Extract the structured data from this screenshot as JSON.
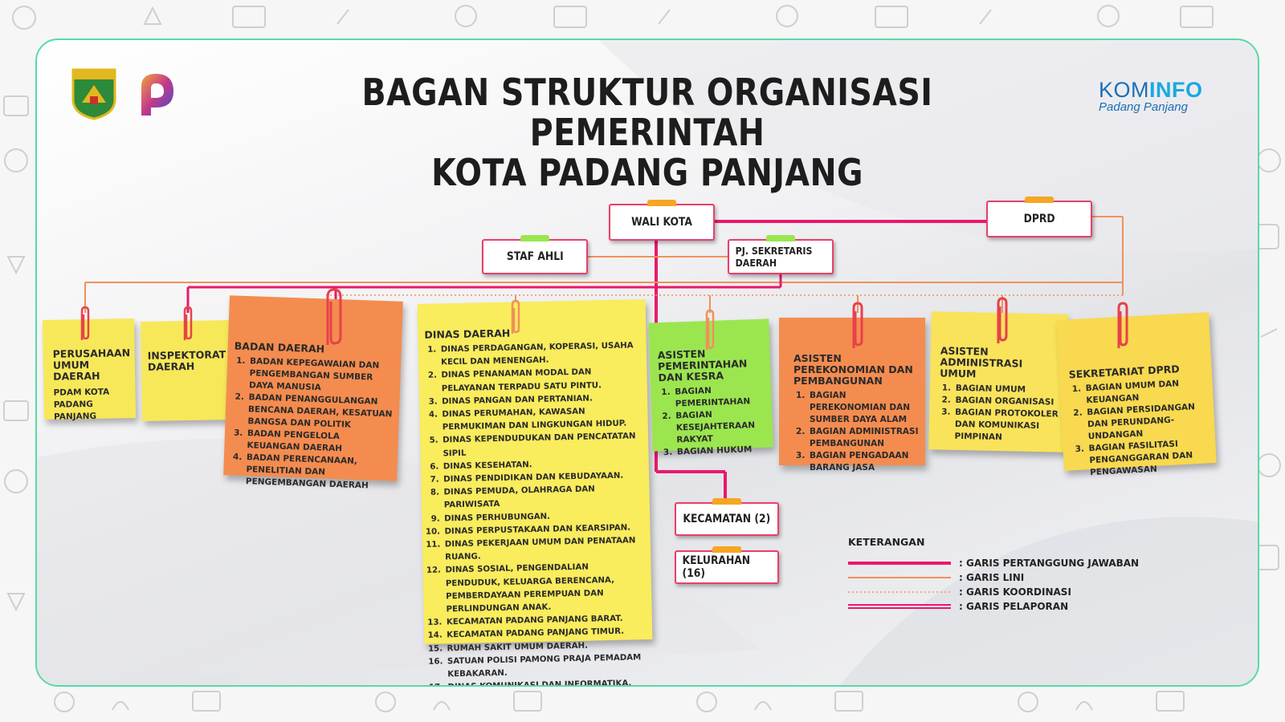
{
  "title_line1": "BAGAN STRUKTUR ORGANISASI PEMERINTAH",
  "title_line2": "KOTA PADANG PANJANG",
  "logo_city_text": "PADANG PANJANG",
  "kominfo": {
    "part1": "KOM",
    "part2": "INFO",
    "subtitle": "Padang Panjang"
  },
  "nodes": {
    "wali_kota": "WALI KOTA",
    "dprd": "DPRD",
    "staf_ahli": "STAF AHLI",
    "sekda": "PJ. SEKRETARIS DAERAH",
    "kecamatan": "KECAMATAN (2)",
    "kelurahan": "KELURAHAN (16)"
  },
  "notes": {
    "perusahaan": {
      "title": "PERUSAHAAN UMUM DAERAH",
      "body": "PDAM KOTA PADANG PANJANG",
      "color": "#f7e85a"
    },
    "inspektorat": {
      "title": "INSPEKTORAT DAERAH",
      "color": "#f7e85a"
    },
    "badan": {
      "title": "BADAN DAERAH",
      "color": "#f48c4f",
      "items": [
        "BADAN KEPEGAWAIAN DAN PENGEMBANGAN SUMBER DAYA MANUSIA",
        "BADAN PENANGGULANGAN BENCANA DAERAH, KESATUAN BANGSA DAN POLITIK",
        "BADAN PENGELOLA KEUANGAN DAERAH",
        "BADAN PERENCANAAN, PENELITIAN DAN PENGEMBANGAN DAERAH"
      ]
    },
    "dinas": {
      "title": "DINAS DAERAH",
      "color": "#f9ec5d",
      "items": [
        "DINAS PERDAGANGAN, KOPERASI, USAHA KECIL DAN MENENGAH.",
        "DINAS PENANAMAN MODAL DAN PELAYANAN TERPADU SATU PINTU.",
        "DINAS PANGAN DAN PERTANIAN.",
        "DINAS PERUMAHAN, KAWASAN PERMUKIMAN DAN LINGKUNGAN HIDUP.",
        "DINAS KEPENDUDUKAN DAN PENCATATAN SIPIL",
        "DINAS KESEHATAN.",
        "DINAS PENDIDIKAN DAN KEBUDAYAAN.",
        "DINAS PEMUDA, OLAHRAGA DAN PARIWISATA",
        "DINAS PERHUBUNGAN.",
        "DINAS PERPUSTAKAAN DAN KEARSIPAN.",
        "DINAS PEKERJAAN UMUM DAN PENATAAN RUANG.",
        "DINAS SOSIAL, PENGENDALIAN PENDUDUK, KELUARGA BERENCANA, PEMBERDAYAAN PEREMPUAN DAN PERLINDUNGAN ANAK.",
        "KECAMATAN PADANG PANJANG BARAT.",
        "KECAMATAN PADANG PANJANG TIMUR.",
        "RUMAH SAKIT UMUM DAERAH.",
        "SATUAN POLISI PAMONG PRAJA PEMADAM KEBAKARAN.",
        "DINAS KOMUNIKASI DAN INFORMATIKA."
      ]
    },
    "asisten1": {
      "title": "ASISTEN PEMERINTAHAN DAN KESRA",
      "color": "#9be64f",
      "items": [
        "BAGIAN PEMERINTAHAN",
        "BAGIAN KESEJAHTERAAN RAKYAT",
        "BAGIAN HUKUM"
      ]
    },
    "asisten2": {
      "title": "ASISTEN PEREKONOMIAN DAN PEMBANGUNAN",
      "color": "#f48c4f",
      "items": [
        "BAGIAN PEREKONOMIAN DAN SUMBER DAYA ALAM",
        "BAGIAN ADMINISTRASI PEMBANGUNAN",
        "BAGIAN PENGADAAN BARANG JASA"
      ]
    },
    "asisten3": {
      "title": "ASISTEN ADMINISTRASI UMUM",
      "color": "#f9e35a",
      "items": [
        "BAGIAN UMUM",
        "BAGIAN ORGANISASI",
        "BAGIAN PROTOKOLER DAN KOMUNIKASI PIMPINAN"
      ]
    },
    "sekretariat": {
      "title": "SEKRETARIAT DPRD",
      "color": "#f8d94f",
      "items": [
        "BAGIAN UMUM DAN KEUANGAN",
        "BAGIAN PERSIDANGAN DAN PERUNDANG-UNDANGAN",
        "BAGIAN FASILITASI PENGANGGARAN DAN PENGAWASAN"
      ]
    }
  },
  "legend": {
    "title": "KETERANGAN",
    "items": [
      {
        "label": ": GARIS PERTANGGUNG JAWABAN",
        "style": "thick",
        "color": "#e8196d"
      },
      {
        "label": ": GARIS LINI",
        "style": "thin",
        "color": "#f0915a"
      },
      {
        "label": ": GARIS KOORDINASI",
        "style": "dotted",
        "color": "#f0915a"
      },
      {
        "label": ": GARIS PELAPORAN",
        "style": "double",
        "color": "#e8196d"
      }
    ]
  },
  "colors": {
    "accent_line": "#e8196d",
    "line_orange": "#f0915a",
    "frame": "#58d9a8",
    "tab_orange": "#f5a623",
    "tab_green": "#9be64f"
  }
}
